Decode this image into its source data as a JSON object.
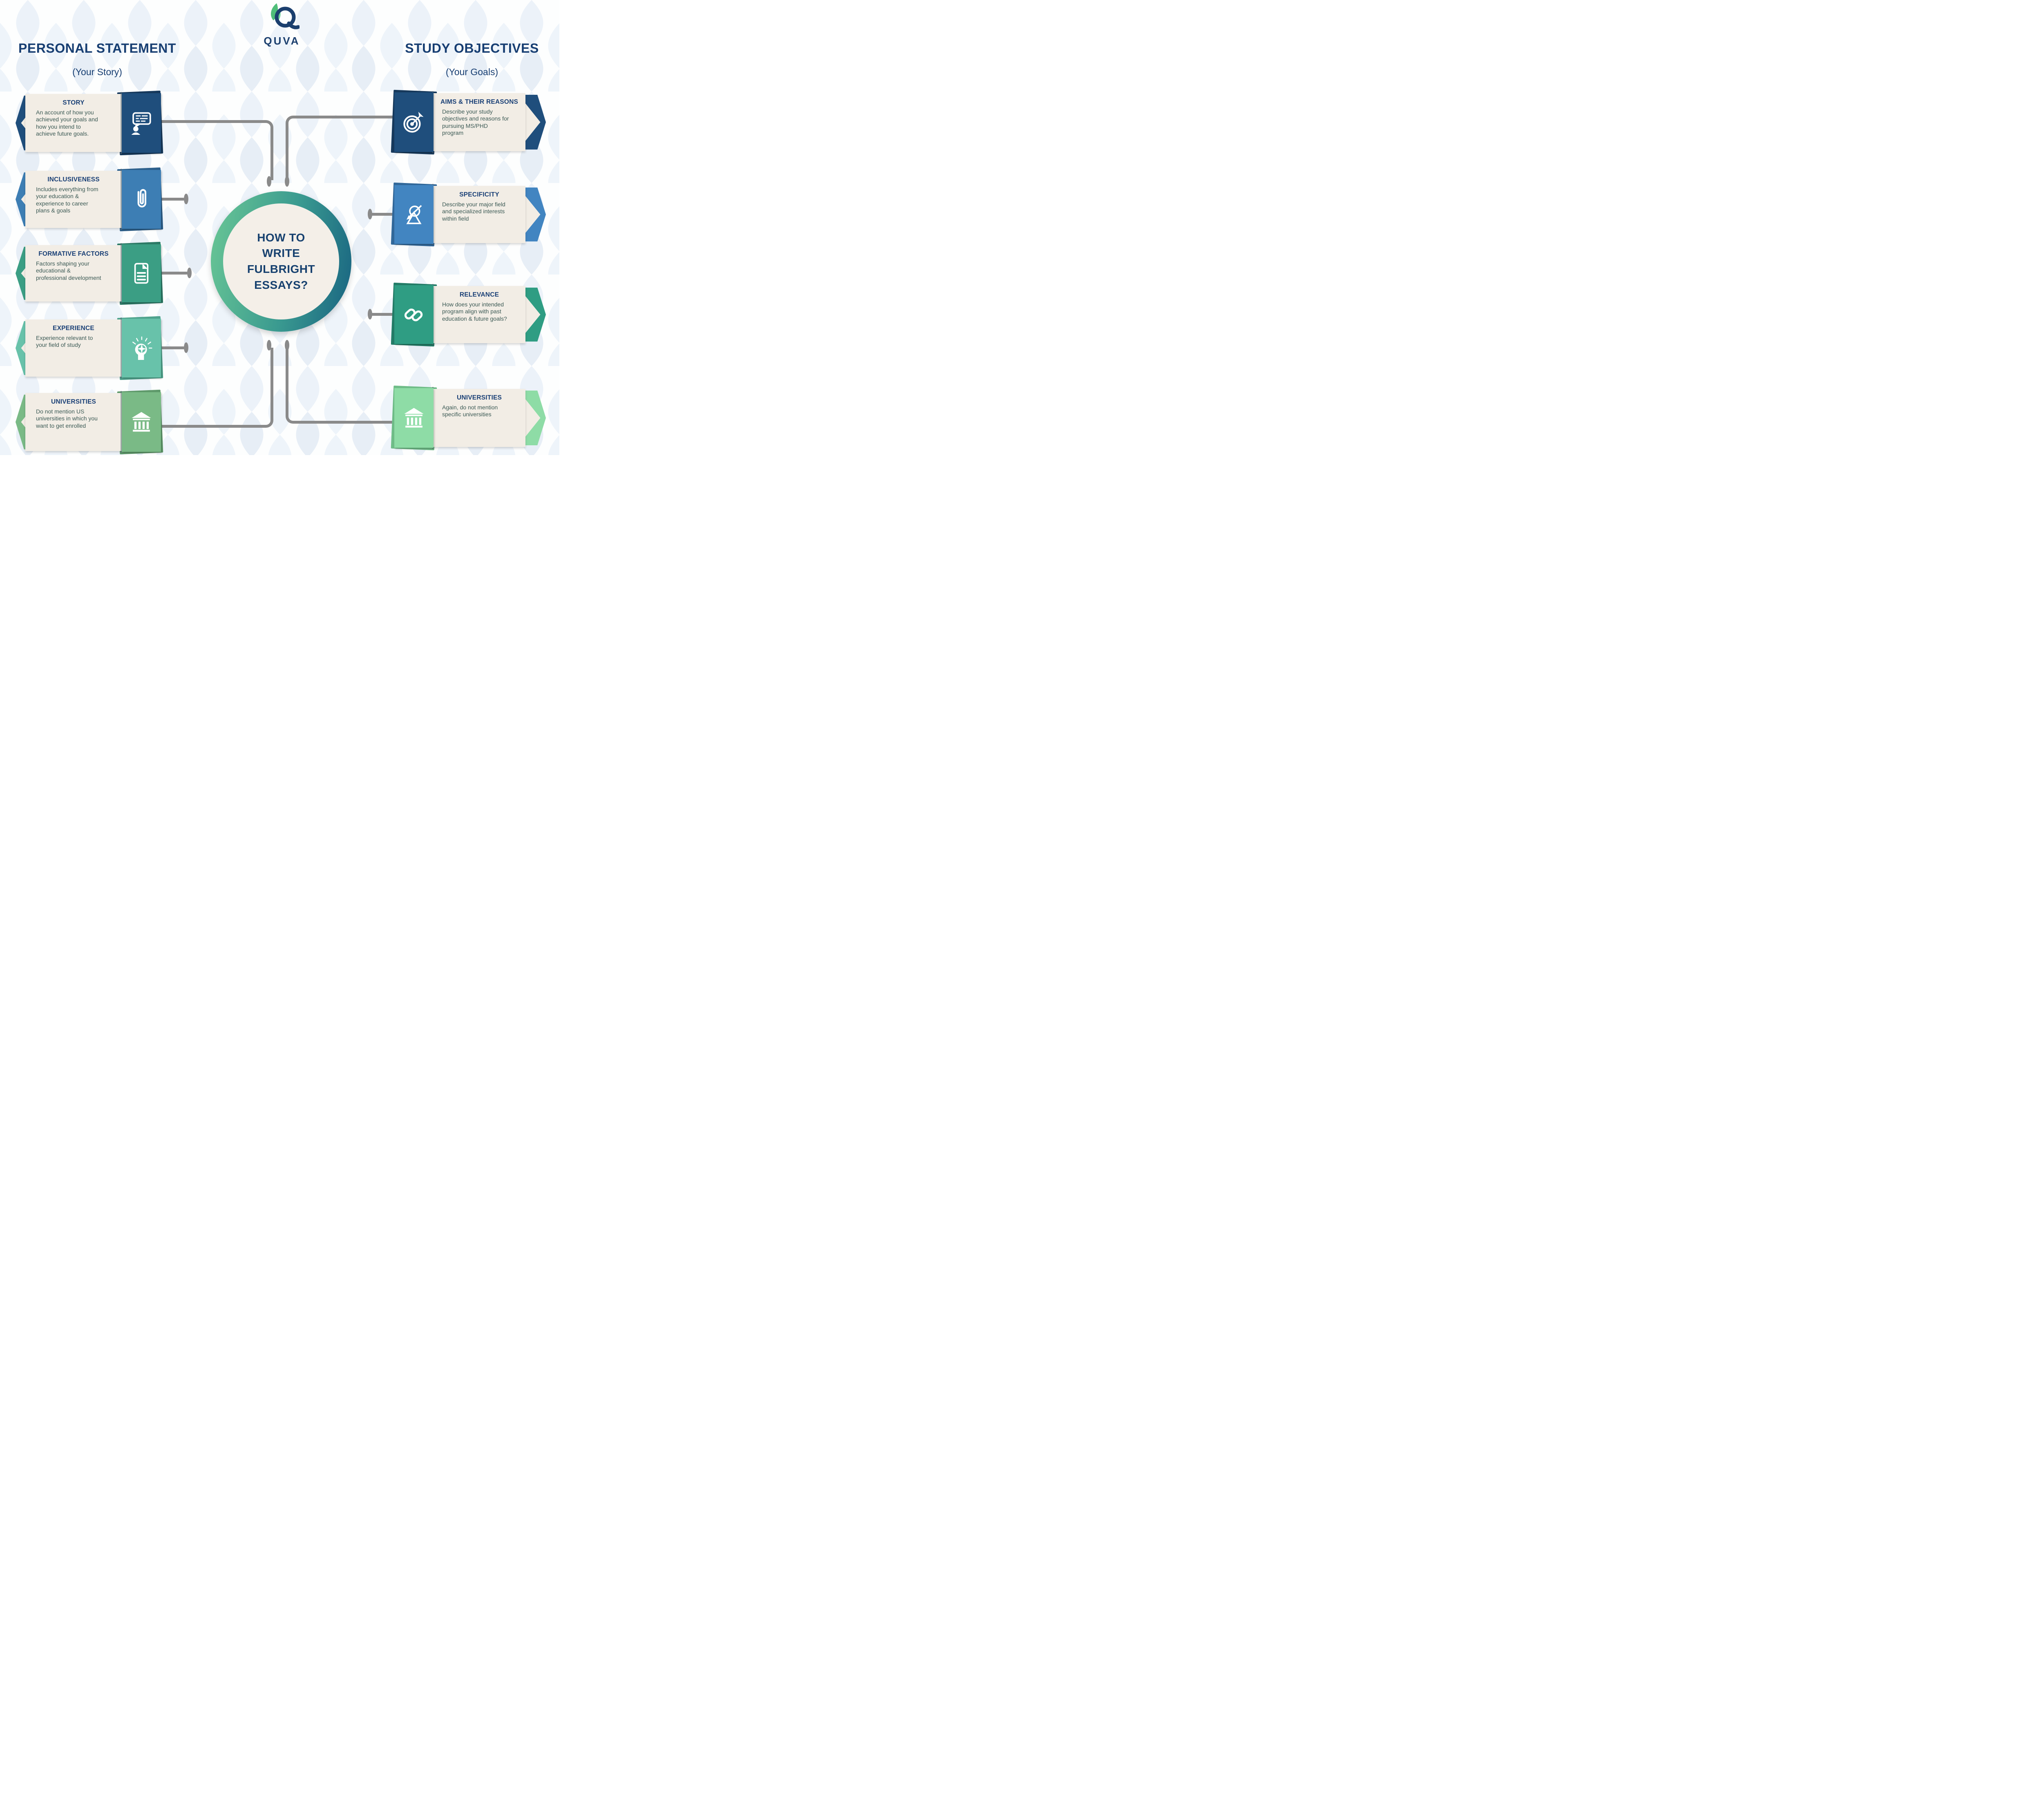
{
  "brand": {
    "name": "QUVA"
  },
  "colors": {
    "heading_navy": "#173e72",
    "title_navy": "#1a4076",
    "body_text": "#3c5a55",
    "card_background": "#f2ede5",
    "connector_gray": "#8a8a8a",
    "ring_gradient_start": "#6ac795",
    "ring_gradient_end": "#186381",
    "background_pattern": "#e9f0f7"
  },
  "center_circle": {
    "lines": [
      "HOW TO",
      "WRITE",
      "FULBRIGHT",
      "ESSAYS?"
    ]
  },
  "left_section": {
    "heading": "PERSONAL STATEMENT",
    "subheading": "(Your Story)",
    "cards": [
      {
        "title": "STORY",
        "description": "An account of how you achieved your goals and how you intend to achieve future goals.",
        "icon": "speech-bubble-person-icon",
        "color": "#1f4e7c",
        "color_dark": "#16395c"
      },
      {
        "title": "INCLUSIVENESS",
        "description": "Includes everything from your education & experience to career plans & goals",
        "icon": "paperclip-icon",
        "color": "#3d7eb4",
        "color_dark": "#2d608c"
      },
      {
        "title": "FORMATIVE FACTORS",
        "description": "Factors shaping your educational & professional development",
        "icon": "document-icon",
        "color": "#3b9e84",
        "color_dark": "#2c7a66"
      },
      {
        "title": "EXPERIENCE",
        "description": "Experience relevant to your field of study",
        "icon": "head-idea-icon",
        "color": "#68c2aa",
        "color_dark": "#4fa38d"
      },
      {
        "title": "UNIVERSITIES",
        "description": "Do not mention US universities in which you want to get enrolled",
        "icon": "university-building-icon",
        "color": "#7aba86",
        "color_dark": "#5f9a6b"
      }
    ]
  },
  "right_section": {
    "heading": "STUDY OBJECTIVES",
    "subheading": "(Your Goals)",
    "cards": [
      {
        "title": "AIMS & THEIR REASONS",
        "description": "Describe your study objectives and reasons for pursuing MS/PHD program",
        "icon": "target-arrow-icon",
        "color": "#1f4e7c",
        "color_dark": "#16395c"
      },
      {
        "title": "SPECIFICITY",
        "description": "Describe your major field and specialized interests within field",
        "icon": "filter-funnel-icon",
        "color": "#4285c1",
        "color_dark": "#31689a"
      },
      {
        "title": "RELEVANCE",
        "description": "How does your intended program align with past education & future goals?",
        "icon": "chain-links-icon",
        "color": "#2f9d83",
        "color_dark": "#237c67"
      },
      {
        "title": "UNIVERSITIES",
        "description": "Again, do not mention specific universities",
        "icon": "university-building-icon",
        "color": "#8edca6",
        "color_dark": "#6fbd88"
      }
    ]
  }
}
